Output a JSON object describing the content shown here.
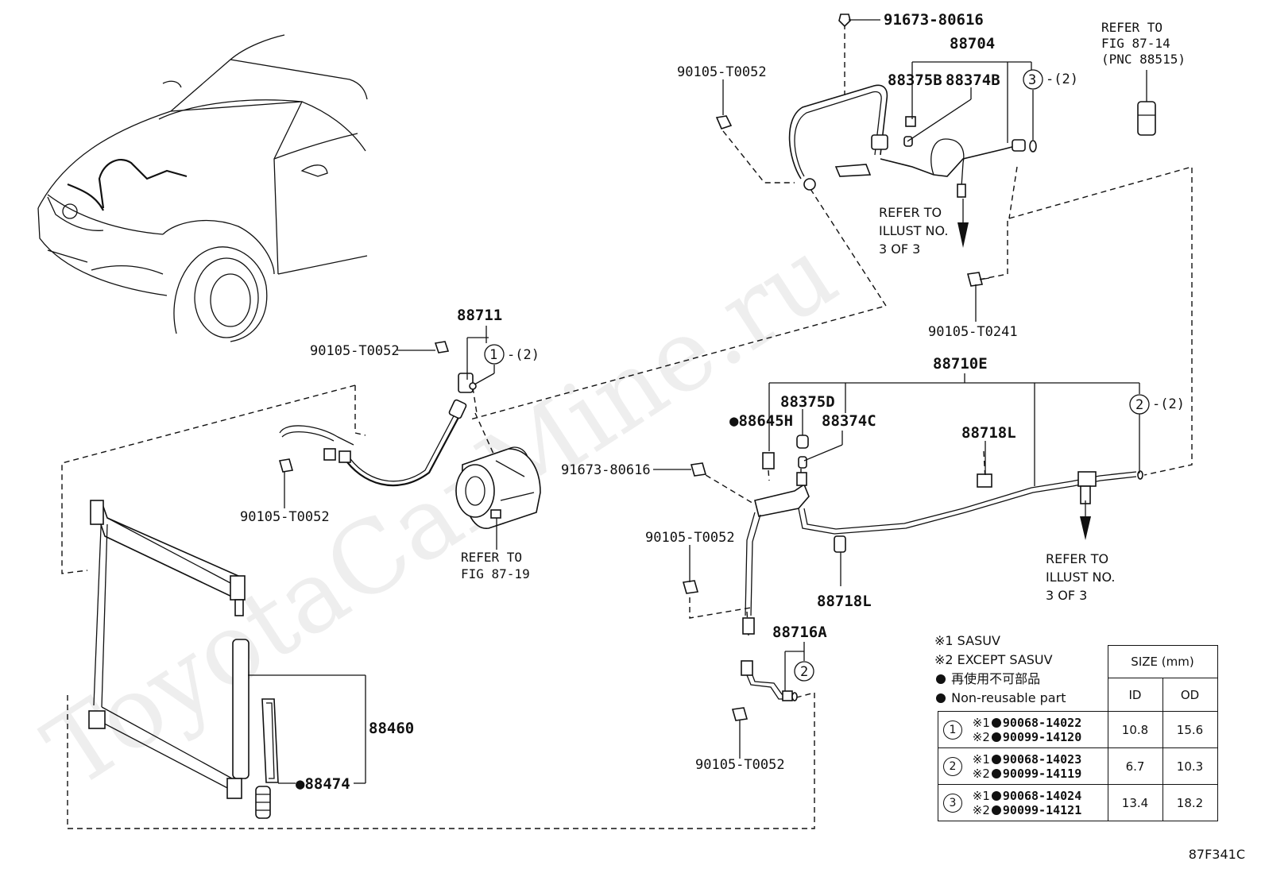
{
  "watermark": "ToyotaCarMine.ru",
  "labels": {
    "p91673_top": "91673-80616",
    "p88704": "88704",
    "p90105_t0052_top": "90105-T0052",
    "p88375b": "88375B",
    "p88374b": "88374B",
    "c3_top": "3",
    "qty2_a": "-(2)",
    "refer_fig_87_14": [
      "REFER TO",
      "FIG 87-14",
      "(PNC 88515)"
    ],
    "refer_illust_top": [
      "REFER TO",
      "ILLUST NO.",
      "3 OF 3"
    ],
    "p90105_t0241": "90105-T0241",
    "p88711": "88711",
    "p90105_t0052_mid": "90105-T0052",
    "c1": "1",
    "qty2_b": "-(2)",
    "p90105_t0052_left": "90105-T0052",
    "refer_fig_87_19": [
      "REFER TO",
      "FIG 87-19"
    ],
    "p88710e": "88710E",
    "p88375d": "88375D",
    "p88645h": "●88645H",
    "p88374c": "88374C",
    "p88718l_a": "88718L",
    "c2_right": "2",
    "qty2_c": "-(2)",
    "p91673_mid": "91673-80616",
    "p90105_t0052_right": "90105-T0052",
    "p88718l_b": "88718L",
    "refer_illust_right": [
      "REFER TO",
      "ILLUST NO.",
      "3 OF 3"
    ],
    "p88716a": "88716A",
    "c2_low": "2",
    "p90105_t0052_bottom": "90105-T0052",
    "p88460": "88460",
    "p88474": "●88474"
  },
  "legend": {
    "note1": "※1 SASUV",
    "note2": "※2 EXCEPT SASUV",
    "note3": "再使用不可部品",
    "note4": "Non-reusable part"
  },
  "table": {
    "size_header": "SIZE (mm)",
    "id_header": "ID",
    "od_header": "OD",
    "rows": [
      {
        "circle": "1",
        "p1": "※1",
        "n1": "90068-14022",
        "p2": "※2",
        "n2": "90099-14120",
        "id": "10.8",
        "od": "15.6"
      },
      {
        "circle": "2",
        "p1": "※1",
        "n1": "90068-14023",
        "p2": "※2",
        "n2": "90099-14119",
        "id": "6.7",
        "od": "10.3"
      },
      {
        "circle": "3",
        "p1": "※1",
        "n1": "90068-14024",
        "p2": "※2",
        "n2": "90099-14121",
        "id": "13.4",
        "od": "18.2"
      }
    ]
  },
  "figure_code": "87F341C"
}
